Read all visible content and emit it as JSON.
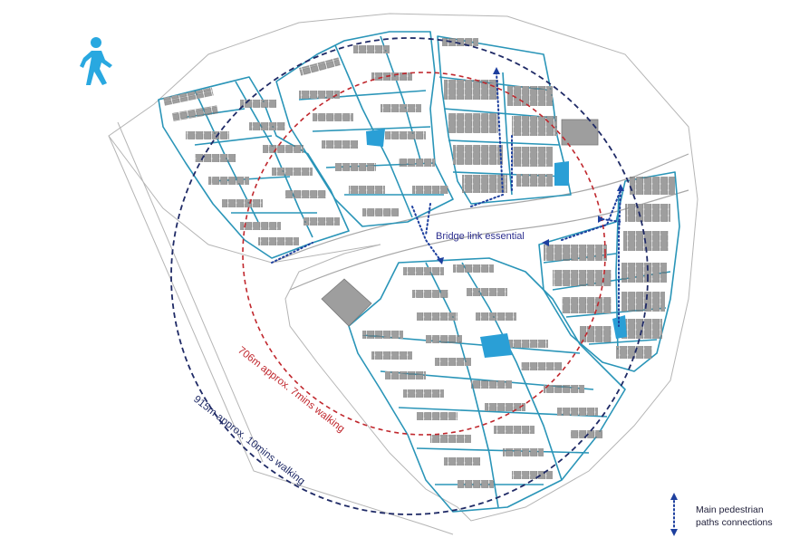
{
  "labels": {
    "bridge": "Bridge link essential",
    "inner_radius": "706m approx. 7mins walking",
    "outer_radius": "915m approx. 10mins walking"
  },
  "legend": {
    "line1": "Main pedestrian",
    "line2": "paths connections"
  },
  "icons": {
    "walker": "pedestrian-icon",
    "path": "pedestrian-path-icon"
  },
  "colors": {
    "inner_circle": "#c0272d",
    "outer_circle": "#1f2a66",
    "plot_outline": "#2a95b8",
    "buildings": "#9a9a9a",
    "water": "#2a9fd6",
    "pedestrian_paths": "#1d3f9e",
    "walker_icon": "#29a8e0"
  }
}
